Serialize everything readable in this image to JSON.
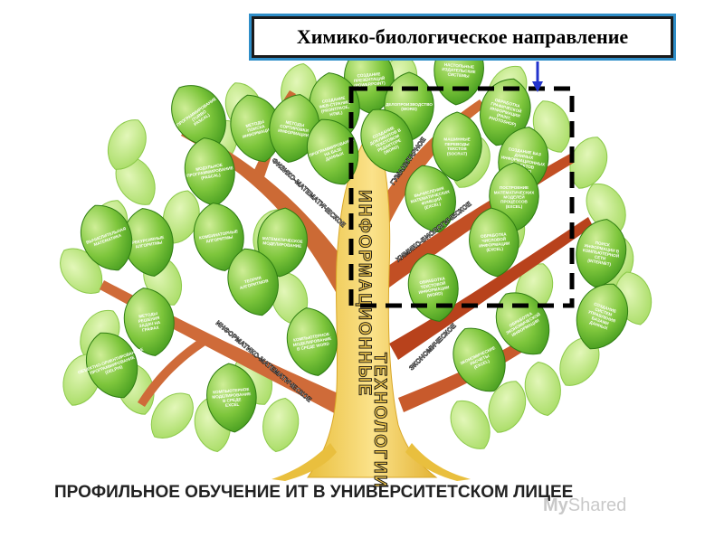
{
  "header": {
    "title": "Химико-биологическое направление"
  },
  "trunk": {
    "label_1": "ИНФОРМАЦИОННЫЕ",
    "label_2": "ТЕХНОЛОГИИ"
  },
  "branches": [
    {
      "id": "phys-math",
      "label": "ФИЗИКО-МАТЕМАТИЧЕСКОЕ"
    },
    {
      "id": "humanitarian",
      "label": "ГУМАНИТАРНОЕ"
    },
    {
      "id": "chem-bio",
      "label": "ХИМИКО-БИОЛОГИЧЕСКОЕ"
    },
    {
      "id": "informatics",
      "label": "ИНФОРМАТИКО-МАТЕМАТИЧЕСКОЕ"
    },
    {
      "id": "economic",
      "label": "ЭКОНОМИЧЕСКОЕ"
    }
  ],
  "leaves": [
    {
      "id": "l1",
      "text": "СОЗДАНИЕ ПРЕЗЕНТАЦИЙ (POWERPOINT)"
    },
    {
      "id": "l2",
      "text": "НАСТОЛЬНЫЕ ИЗДАТЕЛЬСКИЕ СИСТЕМЫ"
    },
    {
      "id": "l3",
      "text": "ОБРАБОТКА ГРАФИЧЕСКОЙ ИНФОРМАЦИИ (PAINT, PHOTOSHOP)"
    },
    {
      "id": "l4",
      "text": "СОЗДАНИЕ WEB-СТРАНИЦ (FRONTPAGE, HTML)"
    },
    {
      "id": "l5",
      "text": "ДЕЛОПРОИЗВОДСТВО (WORD)"
    },
    {
      "id": "l6",
      "text": "ПРОГРАММИРОВАНИЕ (TURBO PASCAL)"
    },
    {
      "id": "l7",
      "text": "МЕТОДЫ ПОИСКА ИНФОРМАЦИИ"
    },
    {
      "id": "l8",
      "text": "МЕТОДЫ СОРТИРОВКИ ИНФОРМАЦИИ"
    },
    {
      "id": "l9",
      "text": "ПРОГРАММИРОВАНИЕ НА БАЗЕ ДАННЫХ"
    },
    {
      "id": "l10",
      "text": "СОЗДАНИЕ ДОКУМЕНТОВ В ТЕКСТОВОМ РЕДАКТОРЕ (WORD)"
    },
    {
      "id": "l11",
      "text": "МАШИННЫЕ ПЕРЕВОДЫ ТЕКСТОВ (SOCRAT)"
    },
    {
      "id": "l12",
      "text": "СОЗДАНИЕ БАЗ ДАННЫХ ИНФОРМАЦИОННЫХ ОБЪЕКТОВ (ACCESS)"
    },
    {
      "id": "l13",
      "text": "МОДУЛЬНОЕ ПРОГРАММИРОВАНИЕ (PASCAL)"
    },
    {
      "id": "l14",
      "text": "ВЫЧИСЛЕНИЯ МАТЕМАТИЧЕСКИХ ФУНКЦИЙ (EXCEL)"
    },
    {
      "id": "l15",
      "text": "ПОСТРОЕНИЕ МАТЕМАТИЧЕСКИХ МОДЕЛЕЙ ПРОЦЕССОВ (EXCEL)"
    },
    {
      "id": "l16",
      "text": "МАТЕМАТИЧЕСКОЕ МОДЕЛИРОВАНИЕ"
    },
    {
      "id": "l17",
      "text": "КОМБИНАТОРНЫЕ АЛГОРИТМЫ"
    },
    {
      "id": "l18",
      "text": "РЕКУРСИВНЫЕ АЛГОРИТМЫ"
    },
    {
      "id": "l19",
      "text": "ВЫЧИСЛИТЕЛЬНАЯ МАТЕМАТИКА"
    },
    {
      "id": "l20",
      "text": "ОБРАБОТКА ЧИСЛОВОЙ ИНФОРМАЦИИ (EXCEL)"
    },
    {
      "id": "l21",
      "text": "ПОИСК ИНФОРМАЦИИ В КОМПЬЮТЕРНОЙ СЕТИ (INTERNET)"
    },
    {
      "id": "l22",
      "text": "ТЕОРИЯ АЛГОРИТМОВ"
    },
    {
      "id": "l23",
      "text": "ОБРАБОТКА ТЕКСТОВОЙ ИНФОРМАЦИИ (WORD)"
    },
    {
      "id": "l24",
      "text": "МЕТОДЫ РЕШЕНИЯ ЗАДАЧ НА ГРАФАХ"
    },
    {
      "id": "l25",
      "text": "КОМПЬЮТЕРНОЕ МОДЕЛИРОВАНИЕ В СРЕДЕ WORD"
    },
    {
      "id": "l26",
      "text": "ОБРАБОТКА ЭКОНОМИЧЕСКОЙ ИНФОРМАЦИИ"
    },
    {
      "id": "l27",
      "text": "ОБЪЕКТНО-ОРИЕНТИРОВАННОЕ ПРОГРАММИРОВАНИЕ (DELPHI)"
    },
    {
      "id": "l28",
      "text": "ЭКОНОМИЧЕСКИЕ РАСЧЕТЫ (EXCEL)"
    },
    {
      "id": "l29",
      "text": "КОМПЬЮТЕРНОЕ МОДЕЛИРОВАНИЕ В СРЕДЕ EXCEL"
    },
    {
      "id": "l30",
      "text": "СОЗДАНИЕ СИСТЕМ УПРАВЛЕНИЯ БАЗАМИ ДАННЫХ"
    }
  ],
  "footer": {
    "title": "ПРОФИЛЬНОЕ ОБУЧЕНИЕ ИТ В УНИВЕРСИТЕТСКОМ ЛИЦЕЕ"
  },
  "watermark": {
    "text_a": "My",
    "text_b": "Shared"
  },
  "colors": {
    "leaf_dark": "#3e9a1c",
    "leaf_mid": "#7cc93c",
    "leaf_light": "#c8ea8a",
    "trunk": "#f1cf5e",
    "branch": "#c9532a",
    "highlight_border": "#000000",
    "arrow": "#2233cc"
  }
}
